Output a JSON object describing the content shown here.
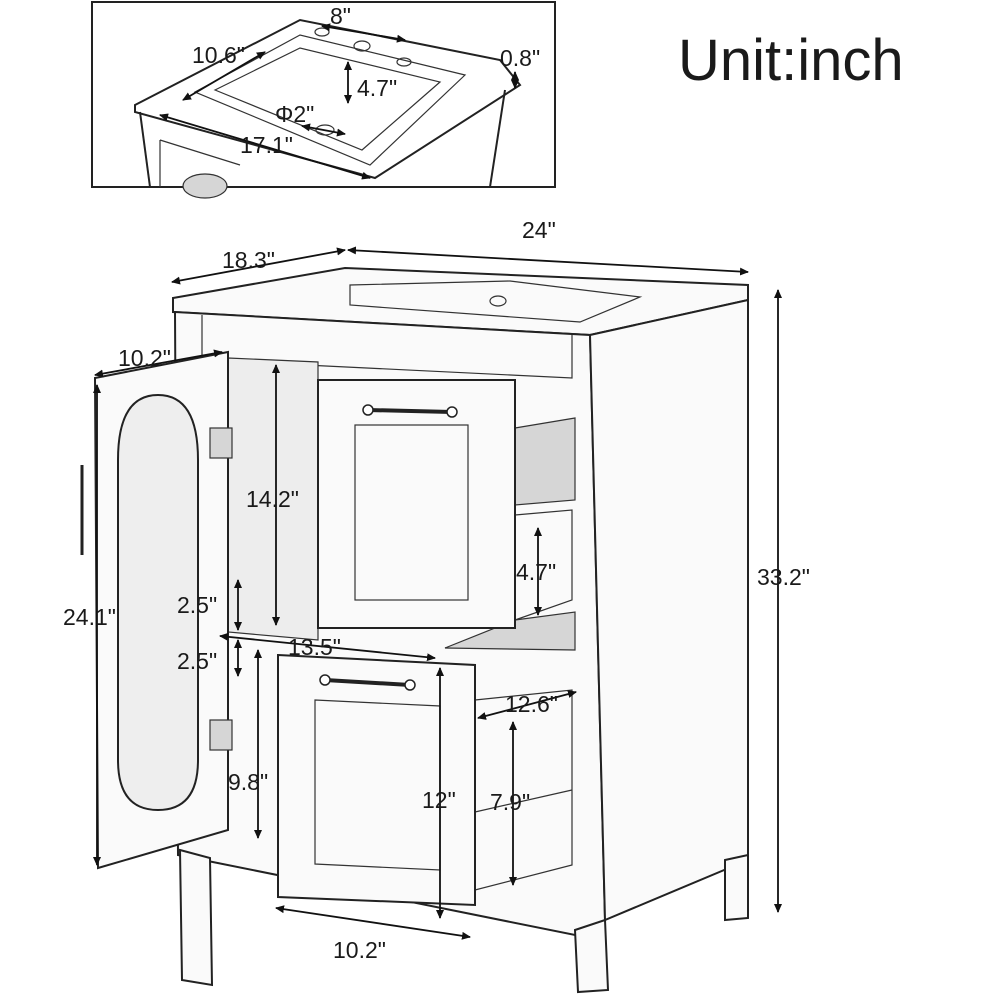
{
  "unit_label": "Unit:inch",
  "sink_inset": {
    "spacing": "8\"",
    "basin_length": "10.6\"",
    "thickness": "0.8\"",
    "basin_depth": "4.7\"",
    "drain_diameter": "Φ2\"",
    "basin_width": "17.1\""
  },
  "cabinet": {
    "depth": "18.3\"",
    "width": "24\"",
    "height": "33.2\"",
    "door_width": "10.2\"",
    "door_height": "24.1\"",
    "interior_height": "14.2\"",
    "gap_upper": "2.5\"",
    "gap_lower": "2.5\"",
    "interior_width": "13.5\"",
    "upper_drawer_height": "4.7\"",
    "drawer_depth": "12.6\"",
    "lower_interior_height": "9.8\"",
    "lower_drawer_front_height": "12\"",
    "lower_drawer_inner_height": "7.9\"",
    "drawer_width": "10.2\""
  }
}
